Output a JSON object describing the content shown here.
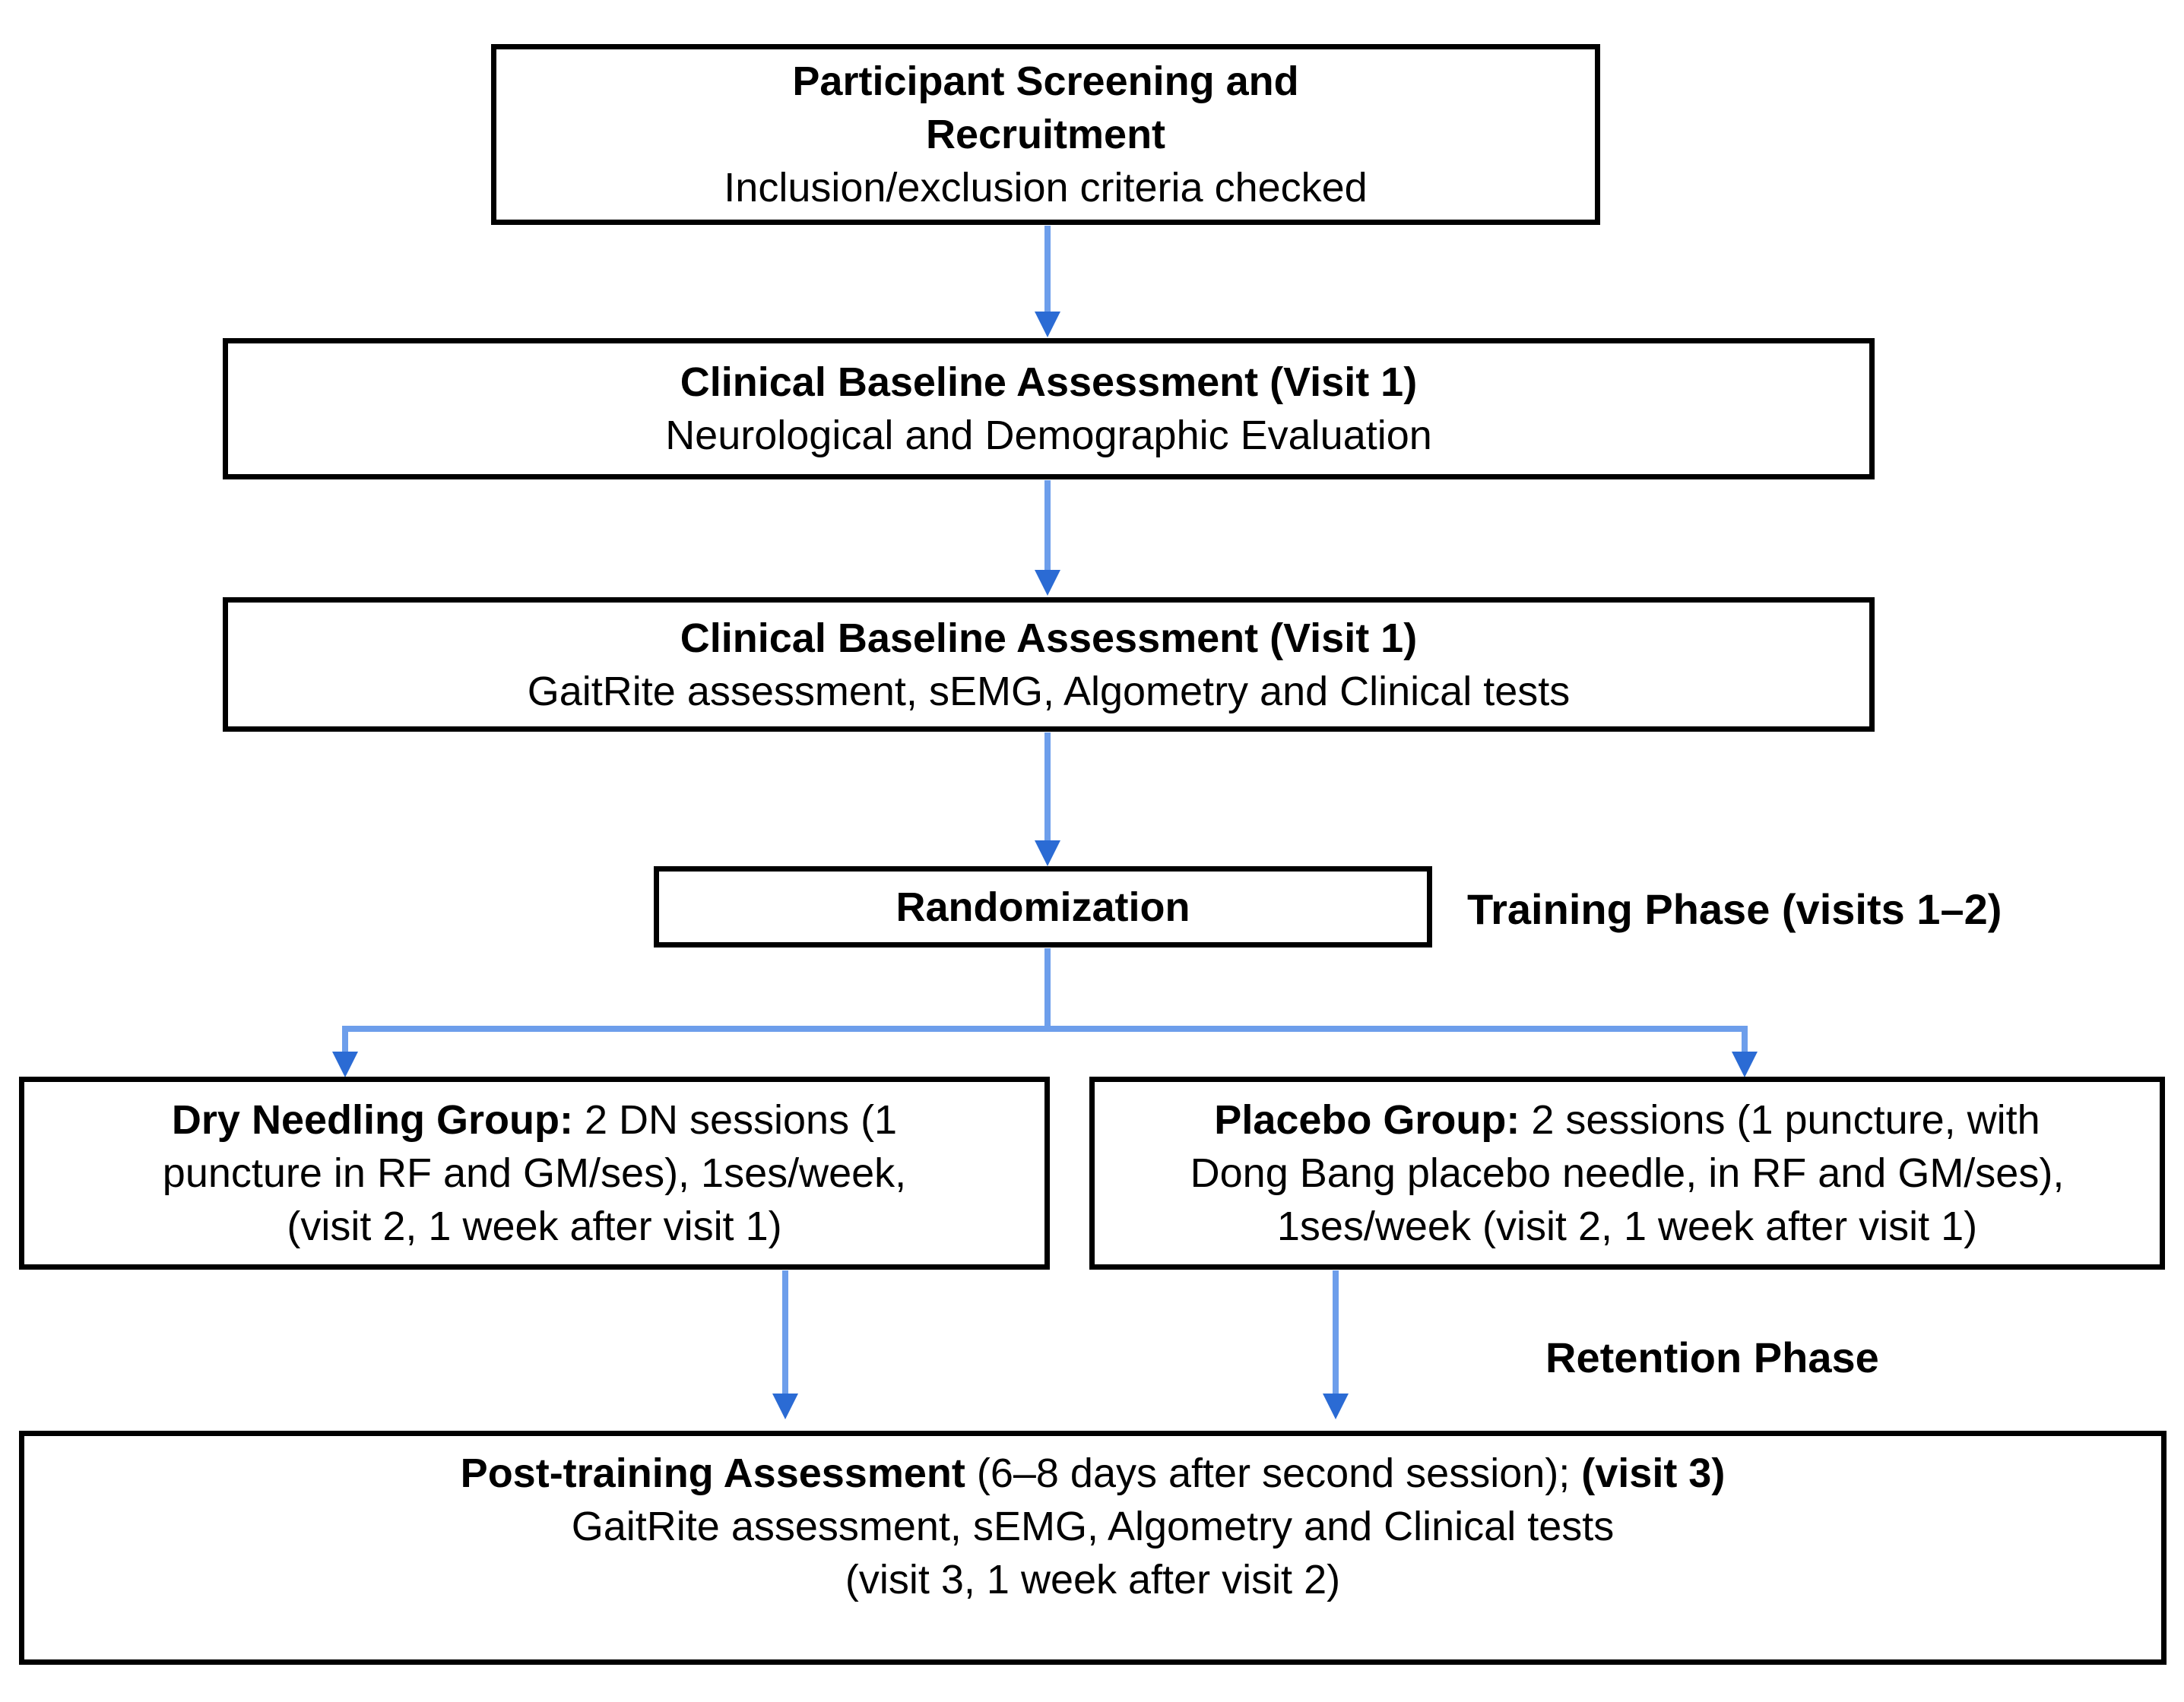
{
  "colors": {
    "background": "#ffffff",
    "box_border": "#000000",
    "text": "#000000",
    "arrow_line": "#6d9eeb",
    "arrow_head": "#2b6bd4"
  },
  "boxes": {
    "screening": {
      "line1": "Participant Screening and",
      "line2": "Recruitment",
      "line3": "Inclusion/exclusion criteria checked"
    },
    "baseline_visit1_clinical": {
      "title": "Clinical Baseline Assessment (Visit 1)",
      "subtitle": "Neurological and Demographic Evaluation"
    },
    "baseline_visit1_instrumental": {
      "title": "Clinical Baseline Assessment (Visit 1)",
      "subtitle": "GaitRite assessment, sEMG, Algometry and Clinical tests"
    },
    "randomization": {
      "title": "Randomization"
    },
    "dry_needling": {
      "bold_lead": "Dry Needling Group:",
      "line1_rest": " 2 DN sessions (1",
      "line2": "puncture in RF and GM/ses), 1ses/week,",
      "line3": "(visit 2, 1 week after visit 1)"
    },
    "placebo": {
      "bold_lead": "Placebo Group:",
      "line1_rest": " 2 sessions (1 puncture, with",
      "line2": "Dong Bang placebo needle, in RF and GM/ses),",
      "line3": "1ses/week (visit 2, 1 week after visit 1)"
    },
    "post_training": {
      "bold_lead": "Post-training Assessment",
      "line1_mid": " (6–8 days after second session); ",
      "bold_tail": "(visit 3)",
      "line2": "GaitRite assessment, sEMG, Algometry and Clinical tests",
      "line3": "(visit 3, 1 week after visit 2)"
    }
  },
  "labels": {
    "training_phase": "Training Phase (visits 1–2)",
    "retention_phase": "Retention Phase"
  }
}
